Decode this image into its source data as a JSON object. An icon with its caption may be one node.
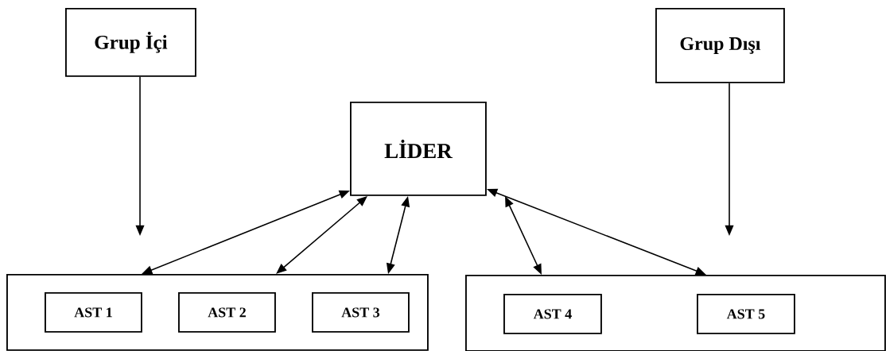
{
  "diagram": {
    "nodes": [
      {
        "text": [
          "Grup İçi"
        ]
      },
      {
        "text": [
          "Grup Dışı"
        ]
      },
      {
        "text": [
          "LİDER"
        ]
      },
      {
        "text": [],
        "shape": "box"
      },
      {
        "text": [
          "AST 1"
        ],
        "in": 3
      },
      {
        "text": [
          "AST 2"
        ],
        "in": 3
      },
      {
        "text": [
          "AST 3"
        ],
        "in": 3
      },
      {
        "text": [],
        "shape": "box"
      },
      {
        "text": [
          "AST 4"
        ],
        "in": 7
      },
      {
        "text": [
          "AST 5"
        ],
        "in": 7
      }
    ],
    "edges": [
      {
        "from": 0,
        "to": null,
        "arrow": "to"
      },
      {
        "from": 1,
        "to": null,
        "arrow": "to"
      },
      {
        "from": 4,
        "to": 2,
        "arrow": "both"
      },
      {
        "from": 5,
        "to": 2,
        "arrow": "both"
      },
      {
        "from": 6,
        "to": 2,
        "arrow": "both"
      },
      {
        "from": 8,
        "to": 2,
        "arrow": "both"
      },
      {
        "from": 9,
        "to": 2,
        "arrow": "both"
      }
    ]
  }
}
